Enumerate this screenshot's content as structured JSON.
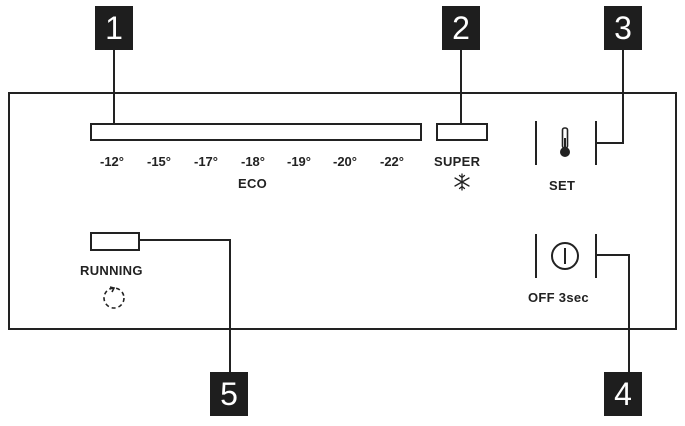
{
  "callouts": [
    "1",
    "2",
    "3",
    "4",
    "5"
  ],
  "temperature_scale": [
    "-12°",
    "-15°",
    "-17°",
    "-18°",
    "-19°",
    "-20°",
    "-22°"
  ],
  "labels": {
    "eco": "ECO",
    "super": "SUPER",
    "set": "SET",
    "running": "RUNNING",
    "off": "OFF 3sec"
  },
  "icons": {
    "snowflake": "snowflake-icon",
    "thermometer": "thermometer-icon",
    "power": "power-icon",
    "running": "running-circle-icon"
  },
  "colors": {
    "ink": "#222222",
    "callout_bg": "#1e1e1e",
    "callout_text": "#ffffff"
  }
}
